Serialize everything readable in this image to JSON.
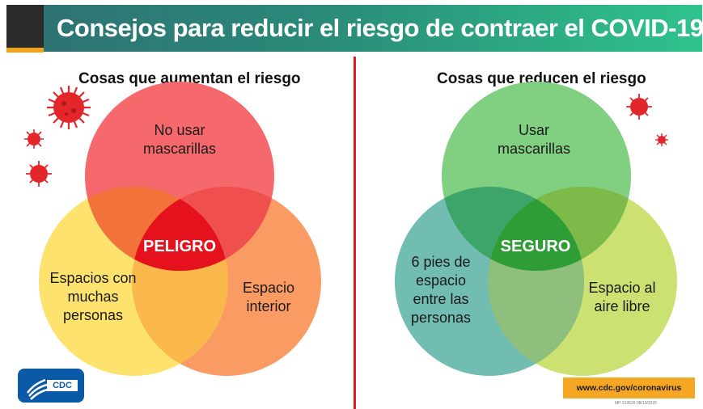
{
  "title": "Consejos para reducir el riesgo de contraer el COVID-19",
  "left": {
    "heading": "Cosas que aumentan el riesgo",
    "circles": [
      "No usar mascarillas",
      "Espacios con muchas personas",
      "Espacio interior"
    ],
    "center": "PELIGRO",
    "colors": {
      "top": "#f4666a",
      "left": "#fde36e",
      "right": "#f9985f",
      "center": "#e5121d"
    }
  },
  "right": {
    "heading": "Cosas que reducen el riesgo",
    "circles": [
      "Usar mascarillas",
      "6 pies de espacio entre las personas",
      "Espacio al aire libre"
    ],
    "center": "SEGURO",
    "colors": {
      "top": "#7fcf7d",
      "left": "#6fbbaf",
      "right": "#c6e06c",
      "center": "#2f9d36"
    }
  },
  "logo": "CDC",
  "url": "www.cdc.gov/coronavirus",
  "code": "MP 319539 08/13/2020",
  "icons": [
    "virus-icon",
    "cdc-logo-icon"
  ],
  "accent": {
    "banner": "#2a8a78",
    "divider": "#e31b23",
    "url_box": "#f5a623"
  }
}
